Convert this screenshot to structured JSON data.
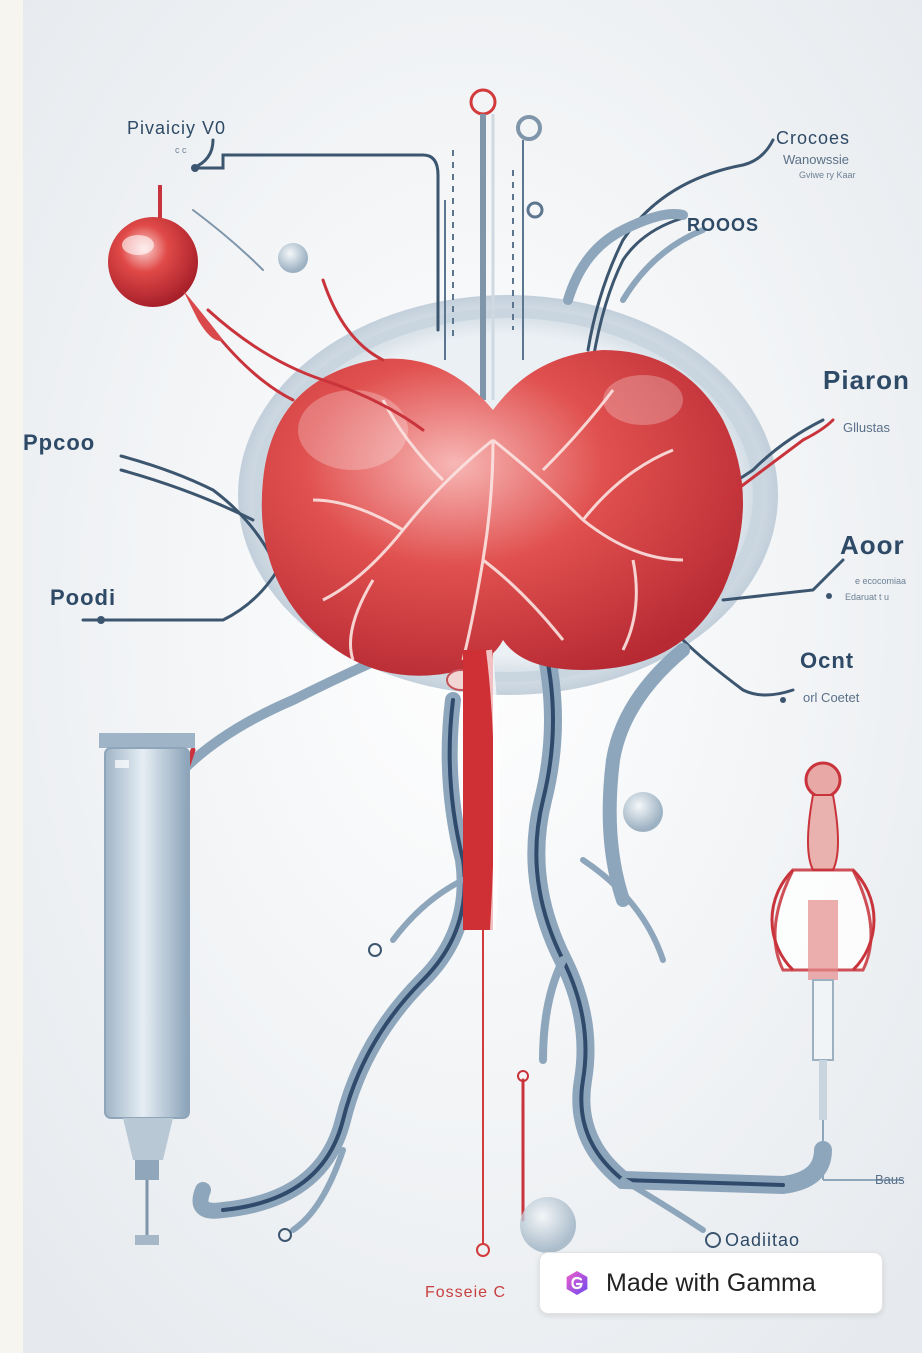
{
  "labels": {
    "top_left": "Pivaiciy V0",
    "top_left_sub": "c c",
    "top_right_1": "Crocoes",
    "top_right_2": "Wanowssie",
    "top_right_3": "Gviwe ry Kaar",
    "upper_right": "ROOOS",
    "right_1": "Piaron",
    "right_1_sub": "Gllustas",
    "left_1": "Ppcoo",
    "right_2": "Aoor",
    "right_2_sub1": "e ecocomiaa",
    "right_2_sub2": "Edaruat t u",
    "left_2": "Poodi",
    "right_3": "Ocnt",
    "right_3_sub": "orl Coetet",
    "bottom_right_small": "Baus",
    "bottom_right": "Oadiitao",
    "bottom_center": "Fosseie C"
  },
  "badge": {
    "text": "Made with Gamma",
    "icon": "gamma-logo-icon",
    "colors": {
      "icon_from": "#f25cc9",
      "icon_to": "#6a4cf0"
    }
  },
  "colors": {
    "organ_red": "#d33a3f",
    "vessel_blue": "#7d98b3",
    "line_navy": "#3d5670",
    "background": "#eef1f3"
  }
}
